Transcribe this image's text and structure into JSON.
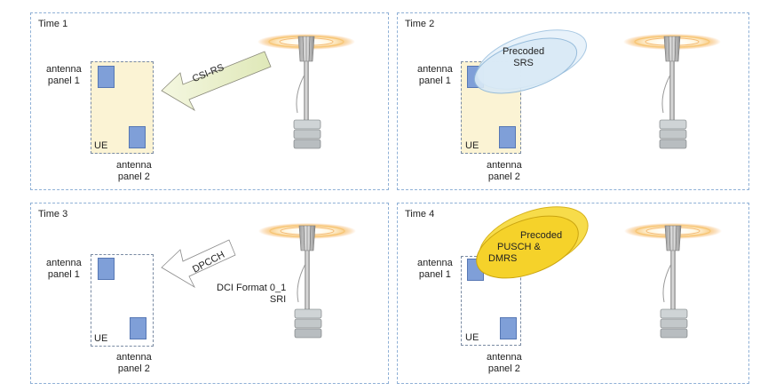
{
  "panels": [
    {
      "title": "Time 1",
      "arrow_label": "CSI-RS"
    },
    {
      "title": "Time 2",
      "oval_label": "Precoded\nSRS"
    },
    {
      "title": "Time 3",
      "arrow_label": "DPCCH",
      "dci_label": "DCI Format 0_1\nSRI"
    },
    {
      "title": "Time 4",
      "oval_label": "Precoded\nPUSCH &\nDMRS"
    }
  ],
  "labels": {
    "panel1": "antenna\npanel 1",
    "panel2": "antenna\npanel 2",
    "ue": "UE"
  },
  "colors": {
    "border": "#8fb0d6",
    "antenna_fill": "#7f9fd8",
    "ue_tint": "#fbf3d4",
    "srs_oval": "#d8eaf7",
    "pusch_oval": "#f5d22a"
  }
}
